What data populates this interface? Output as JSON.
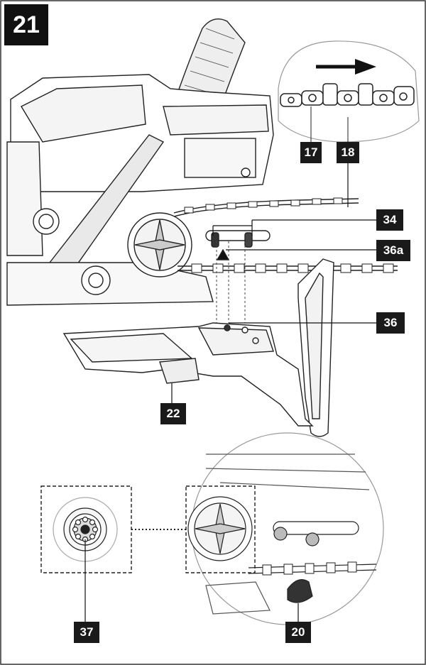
{
  "figure": {
    "number": "21"
  },
  "callouts": {
    "c17": "17",
    "c18": "18",
    "c34": "34",
    "c36a": "36a",
    "c36": "36",
    "c22": "22",
    "c37": "37",
    "c20": "20"
  },
  "icons": {
    "direction_arrow": "arrow-right-icon"
  },
  "colors": {
    "line": "#1a1a1a",
    "label_bg": "#1a1a1a",
    "label_text": "#ffffff"
  }
}
